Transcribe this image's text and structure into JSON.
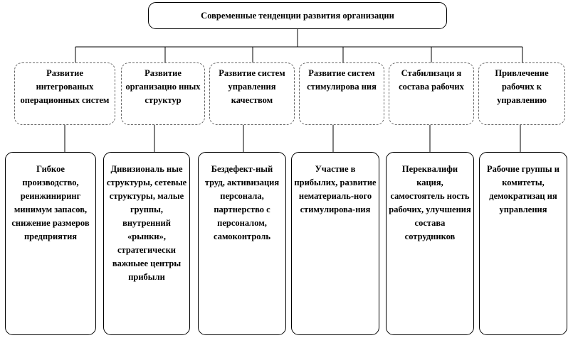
{
  "title": "Современные тенденции развития организации",
  "categories": [
    "Развитие интегрованых операционных систем",
    "Развитие организацио нных структур",
    "Развитие систем управления качеством",
    "Развитие систем стимулирова ния",
    "Стабилизаци я состава рабочих",
    "Привлечение рабочих к управлению"
  ],
  "details": [
    "Гибкое производство, реинжиниринг минимум запасов, снижение размеров предприятия",
    "Дивизиональ ные структуры, сетевые структуры, малые группы, внутренний «рынки», стратегически важныее центры прибыли",
    "Бездефект-ный труд, активизация персонала, партнерство с персоналом, самоконтроль",
    "Участие в прибылих, развитие нематериаль-ного стимулирова-ния",
    "Переквалифи кация, самостоятель ность рабочих, улучшения состава сотрудников",
    "Рабочие группы и комитеты, демократизац ия управления"
  ]
}
